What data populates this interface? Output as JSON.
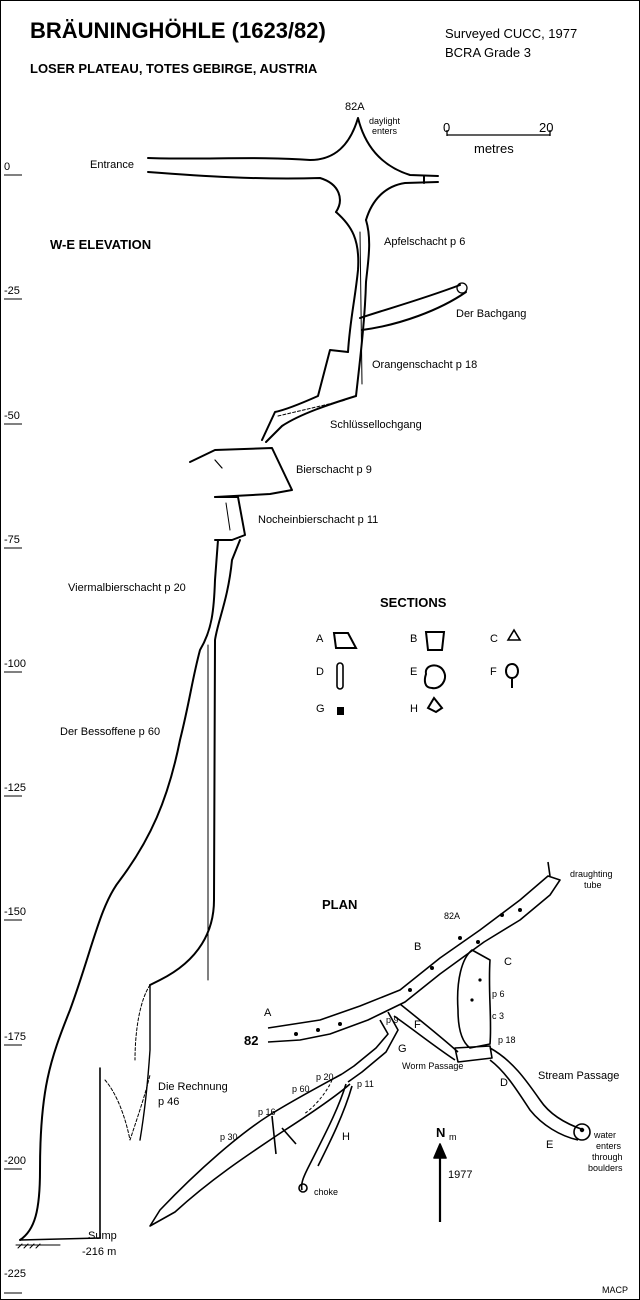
{
  "header": {
    "title": "BRÄUNINGHÖHLE (1623/82)",
    "subtitle": "LOSER PLATEAU, TOTES GEBIRGE, AUSTRIA",
    "survey": "Surveyed CUCC, 1977",
    "grade": "BCRA Grade 3"
  },
  "scale_bar": {
    "start": "0",
    "end": "20",
    "unit": "metres"
  },
  "elevation": {
    "heading": "W-E ELEVATION",
    "depth_ticks": [
      "0",
      "-25",
      "-50",
      "-75",
      "-100",
      "-125",
      "-150",
      "-175",
      "-200",
      "-225"
    ],
    "labels": {
      "entrance_82a": "82A",
      "daylight": "daylight",
      "daylight2": "enters",
      "entrance": "Entrance",
      "apfelschacht": "Apfelschacht p 6",
      "bachgang": "Der Bachgang",
      "orangenschacht": "Orangenschacht p 18",
      "schlussellochgang": "Schlüssellochgang",
      "bierschacht": "Bierschacht p 9",
      "nocheinbierschacht": "Nocheinbierschacht p 11",
      "viermalbierschacht": "Viermalbierschacht p 20",
      "bessoffene": "Der Bessoffene p 60",
      "rechnung1": "Die Rechnung",
      "rechnung2": "p 46",
      "sump1": "Sump",
      "sump2": "-216 m"
    }
  },
  "sections": {
    "heading": "SECTIONS",
    "letters": [
      "A",
      "B",
      "C",
      "D",
      "E",
      "F",
      "G",
      "H"
    ]
  },
  "plan": {
    "heading": "PLAN",
    "labels": {
      "draughting1": "draughting",
      "draughting2": "tube",
      "e82a": "82A",
      "B": "B",
      "C": "C",
      "A": "A",
      "D": "D",
      "E": "E",
      "F": "F",
      "G": "G",
      "H": "H",
      "p6": "p 6",
      "c3": "c 3",
      "p18": "p 18",
      "p9": "p 9",
      "p11": "p 11",
      "p20": "p 20",
      "p60": "p 60",
      "p16": "p 16",
      "p30": "p 30",
      "e82": "82",
      "worm": "Worm Passage",
      "stream": "Stream Passage",
      "water1": "water",
      "water2": "enters",
      "water3": "through",
      "water4": "boulders",
      "choke": "choke",
      "north": "N",
      "north_sub": "m",
      "year": "1977"
    }
  },
  "credit": "MACP"
}
